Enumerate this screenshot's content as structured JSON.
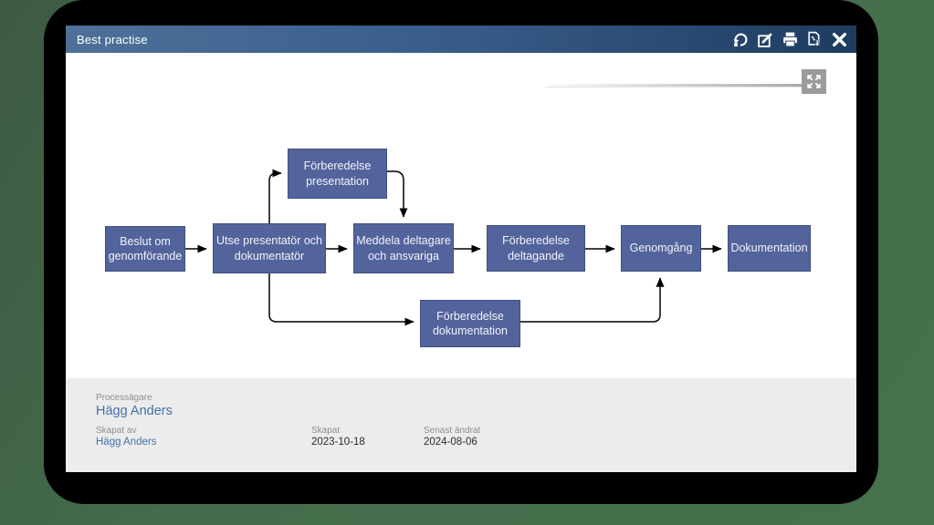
{
  "window": {
    "title": "Best practise"
  },
  "toolbar": {
    "icons": [
      "reset-view-icon",
      "edit-icon",
      "print-icon",
      "export-pdf-icon",
      "close-icon"
    ]
  },
  "canvas": {
    "fullscreen_icon": "expand-arrows-icon",
    "zoom_slider": "zoom-slider"
  },
  "flowchart": {
    "nodes": [
      {
        "id": "beslut",
        "label": "Beslut om genomförande"
      },
      {
        "id": "utse",
        "label": "Utse presentatör och dokumentatör"
      },
      {
        "id": "pres",
        "label": "Förberedelse presentation"
      },
      {
        "id": "meddela",
        "label": "Meddela deltagare och ansvariga"
      },
      {
        "id": "delt",
        "label": "Förberedelse deltagande"
      },
      {
        "id": "genom",
        "label": "Genomgång"
      },
      {
        "id": "dok",
        "label": "Dokumentation"
      },
      {
        "id": "forbdok",
        "label": "Förberedelse dokumentation"
      }
    ],
    "edges": [
      {
        "from": "beslut",
        "to": "utse"
      },
      {
        "from": "utse",
        "to": "meddela"
      },
      {
        "from": "utse",
        "to": "pres"
      },
      {
        "from": "pres",
        "to": "meddela"
      },
      {
        "from": "meddela",
        "to": "delt"
      },
      {
        "from": "delt",
        "to": "genom"
      },
      {
        "from": "genom",
        "to": "dok"
      },
      {
        "from": "utse",
        "to": "forbdok"
      },
      {
        "from": "forbdok",
        "to": "genom"
      }
    ]
  },
  "footer": {
    "process_owner_label": "Processägare",
    "process_owner": "Hägg Anders",
    "created_by_label": "Skapat av",
    "created_by": "Hägg Anders",
    "created_label": "Skapat",
    "created_date": "2023-10-18",
    "modified_label": "Senast ändrat",
    "modified_date": "2024-08-06"
  },
  "colors": {
    "node_fill": "#53639B",
    "titlebar_left": "#4D7199",
    "titlebar_right": "#1E3C60",
    "footer_bg": "#ECECEC",
    "link": "#4470A8",
    "backdrop_green": "#47714D"
  }
}
